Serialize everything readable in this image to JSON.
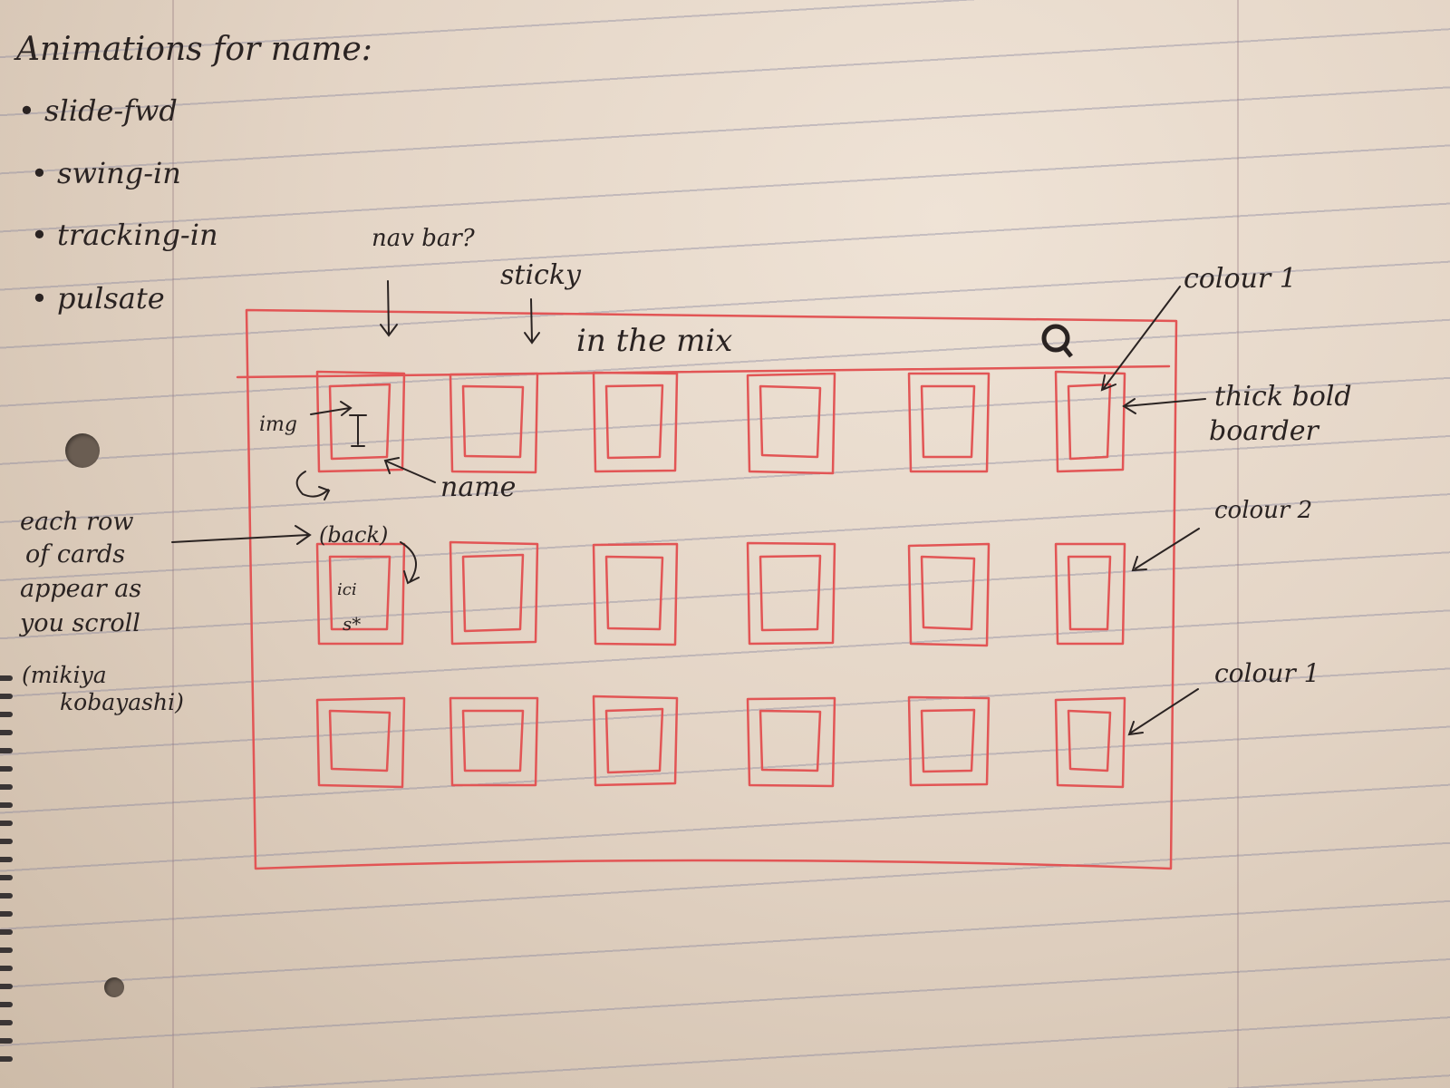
{
  "notes": {
    "heading": "Animations for name:",
    "animations": [
      "slide-fwd",
      "swing-in",
      "tracking-in",
      "pulsate"
    ]
  },
  "navbar_note": "nav bar?",
  "sticky_note": "sticky",
  "site_title": "in the mix",
  "search_icon": "magnifier-icon",
  "card_labels": {
    "img": "img",
    "name": "name",
    "back": "(back)",
    "back_lines": [
      "ici",
      "s*"
    ]
  },
  "scroll_note": [
    "each row",
    "of cards",
    "appear as",
    "you scroll",
    "(mikiya",
    "kobayashi)"
  ],
  "right_notes": {
    "colour_top": "colour 1",
    "border": [
      "thick bold",
      "boarder"
    ],
    "colour_mid": "colour 2",
    "colour_bottom": "colour 1"
  },
  "colors": {
    "ink": "#e25555",
    "pencil": "#2a2322"
  },
  "grid": {
    "rows": 3,
    "cols": 6
  }
}
